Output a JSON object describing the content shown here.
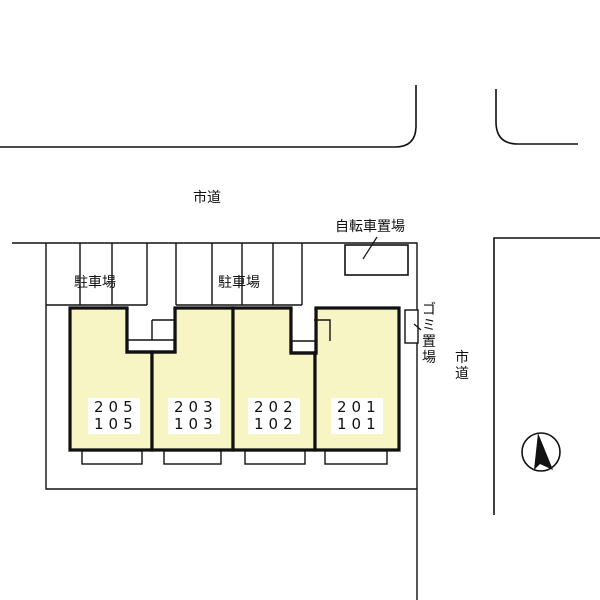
{
  "labels": {
    "road_north": "市道",
    "road_east": [
      "市",
      "道"
    ],
    "bicycle_parking": "自転車置場",
    "garbage": [
      "ゴ",
      "ミ",
      "置",
      "場"
    ],
    "parking_left": "駐車場",
    "parking_right": "駐車場"
  },
  "units": [
    {
      "upper": "205",
      "lower": "105"
    },
    {
      "upper": "203",
      "lower": "103"
    },
    {
      "upper": "202",
      "lower": "102"
    },
    {
      "upper": "201",
      "lower": "101"
    }
  ],
  "colors": {
    "building_fill": "#f7f5c4",
    "line": "#111111"
  },
  "compass": {
    "direction": "north"
  }
}
